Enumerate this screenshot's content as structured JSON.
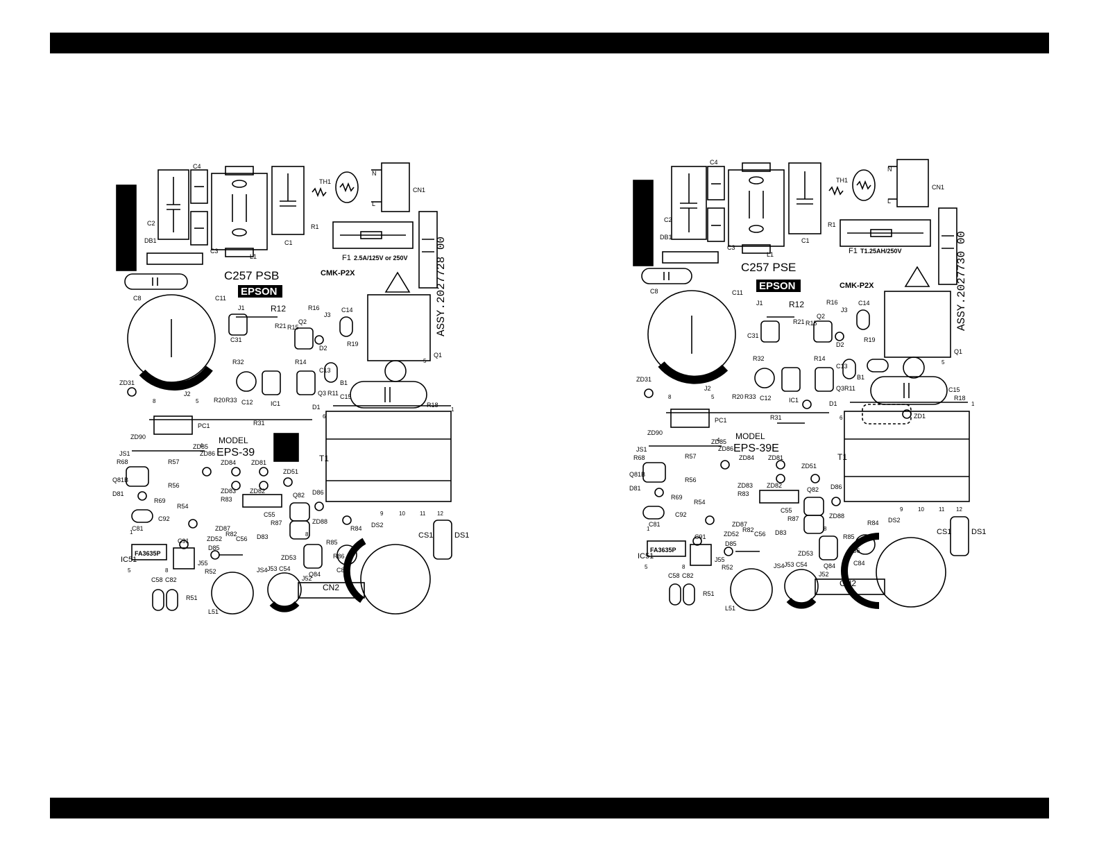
{
  "boards": [
    {
      "board_name": "C257 PSB",
      "brand": "EPSON",
      "cert": "CMK-P2X",
      "assy": "ASSY.2027728  00",
      "fuse_label": "F1",
      "fuse_rating": "2.5A/125V or 250V",
      "model_label": "MODEL",
      "model": "EPS-39",
      "ic_label": "FA3635P",
      "labels": {
        "C4": "C4",
        "C2": "C2",
        "DB1": "DB1",
        "C3": "C3",
        "L1": "L1",
        "C1": "C1",
        "TH1": "TH1",
        "R1": "R1",
        "N": "N",
        "L": "L",
        "CN1": "CN1",
        "C8": "C8",
        "C11": "C11",
        "J1": "J1",
        "R12": "R12",
        "R16": "R16",
        "J3": "J3",
        "C14": "C14",
        "C31": "C31",
        "R21": "R21",
        "R15": "R15",
        "Q2": "Q2",
        "R19": "R19",
        "Q1": "Q1",
        "R32": "R32",
        "R14": "R14",
        "C13": "C13",
        "D2": "D2",
        "B1": "B1",
        "ZD31": "ZD31",
        "J2": "J2",
        "R20": "R20",
        "R33": "R33",
        "C12": "C12",
        "IC1": "IC1",
        "Q3": "Q3",
        "R11": "R11",
        "D1": "D1",
        "C15": "C15",
        "R18": "R18",
        "PC1": "PC1",
        "R31": "R31",
        "T1": "T1",
        "ZD90": "ZD90",
        "JS1": "JS1",
        "R68": "R68",
        "R57": "R57",
        "ZD85": "ZD85",
        "ZD86": "ZD86",
        "ZD84": "ZD84",
        "ZD81": "ZD81",
        "ZD51": "ZD51",
        "Q81B": "Q81B",
        "D81": "D81",
        "R56": "R56",
        "R69": "R69",
        "R54": "R54",
        "R83": "R83",
        "ZD83": "ZD83",
        "ZD82": "ZD82",
        "D86": "D86",
        "Q82": "Q82",
        "C81": "C81",
        "C92": "C92",
        "C55": "C55",
        "R87": "R87",
        "ZD88": "ZD88",
        "ZD87": "ZD87",
        "ZD52": "ZD52",
        "R82": "R82",
        "C56": "C56",
        "D83": "D83",
        "R84": "R84",
        "DS2": "DS2",
        "DS1": "DS1",
        "CS1": "CS1",
        "IC51": "IC51",
        "C91": "C91",
        "D85": "D85",
        "R85": "R85",
        "J55": "J55",
        "R52": "R52",
        "ZD53": "ZD53",
        "C84": "C84",
        "C58": "C58",
        "C82": "C82",
        "JS4": "JS4",
        "J53": "J53",
        "C54": "C54",
        "Q84": "Q84",
        "R86": "R86",
        "R51": "R51",
        "L51": "L51",
        "J52": "J52",
        "CN2": "CN2"
      },
      "pins": [
        "8",
        "5",
        "4",
        "1",
        "5",
        "6",
        "9",
        "10",
        "11",
        "12",
        "8",
        "1",
        "5",
        "8"
      ]
    },
    {
      "board_name": "C257 PSE",
      "brand": "EPSON",
      "cert": "CMK-P2X",
      "assy": "ASSY.2027730  00",
      "fuse_label": "F1",
      "fuse_rating": "T1.25AH/250V",
      "model_label": "MODEL",
      "model": "EPS-39E",
      "ic_label": "FA3635P",
      "zd1": "ZD1",
      "labels": {
        "C4": "C4",
        "C2": "C2",
        "DB1": "DB1",
        "C3": "C3",
        "L1": "L1",
        "C1": "C1",
        "TH1": "TH1",
        "R1": "R1",
        "N": "N",
        "L": "L",
        "CN1": "CN1",
        "C8": "C8",
        "C11": "C11",
        "J1": "J1",
        "R12": "R12",
        "R16": "R16",
        "J3": "J3",
        "C14": "C14",
        "C31": "C31",
        "R21": "R21",
        "R15": "R15",
        "Q2": "Q2",
        "R19": "R19",
        "Q1": "Q1",
        "R32": "R32",
        "R14": "R14",
        "C13": "C13",
        "D2": "D2",
        "B1": "B1",
        "ZD31": "ZD31",
        "J2": "J2",
        "R20": "R20",
        "R33": "R33",
        "C12": "C12",
        "IC1": "IC1",
        "Q3": "Q3",
        "R11": "R11",
        "D1": "D1",
        "C15": "C15",
        "R18": "R18",
        "PC1": "PC1",
        "R31": "R31",
        "T1": "T1",
        "ZD90": "ZD90",
        "JS1": "JS1",
        "R68": "R68",
        "R57": "R57",
        "ZD85": "ZD85",
        "ZD86": "ZD86",
        "ZD84": "ZD84",
        "ZD81": "ZD81",
        "ZD51": "ZD51",
        "Q81B": "Q81B",
        "D81": "D81",
        "R56": "R56",
        "R69": "R69",
        "R54": "R54",
        "R83": "R83",
        "ZD83": "ZD83",
        "ZD82": "ZD82",
        "D86": "D86",
        "Q82": "Q82",
        "C81": "C81",
        "C92": "C92",
        "C55": "C55",
        "R87": "R87",
        "ZD88": "ZD88",
        "ZD87": "ZD87",
        "ZD52": "ZD52",
        "R82": "R82",
        "C56": "C56",
        "D83": "D83",
        "R84": "R84",
        "DS2": "DS2",
        "DS1": "DS1",
        "CS1": "CS1",
        "IC51": "IC51",
        "C91": "C91",
        "D85": "D85",
        "R85": "R85",
        "J55": "J55",
        "R52": "R52",
        "ZD53": "ZD53",
        "C84": "C84",
        "C58": "C58",
        "C82": "C82",
        "JS4": "JS4",
        "J53": "J53",
        "C54": "C54",
        "Q84": "Q84",
        "R86": "R86",
        "R51": "R51",
        "L51": "L51",
        "J52": "J52",
        "CN2": "CN2"
      },
      "pins": [
        "8",
        "5",
        "4",
        "1",
        "5",
        "6",
        "9",
        "10",
        "11",
        "12",
        "8",
        "1",
        "5",
        "8"
      ]
    }
  ]
}
